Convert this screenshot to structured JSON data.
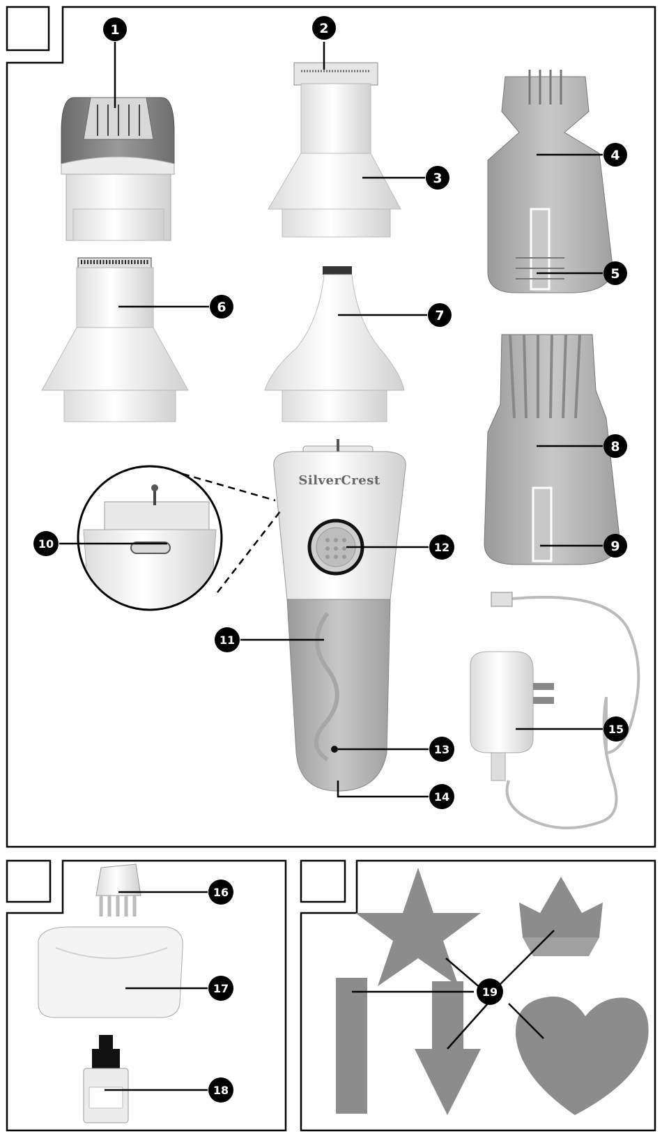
{
  "brand_text": "SilverCrest",
  "callouts": [
    "1",
    "2",
    "3",
    "4",
    "5",
    "6",
    "7",
    "8",
    "9",
    "10",
    "11",
    "12",
    "13",
    "14",
    "15",
    "16",
    "17",
    "18",
    "19"
  ],
  "colors": {
    "frame": "#000000",
    "light_part": "#f2f2f2",
    "mid_part": "#bdbdbd",
    "dark_part": "#7d7d7d",
    "badge": "#000000",
    "badge_text": "#ffffff"
  }
}
